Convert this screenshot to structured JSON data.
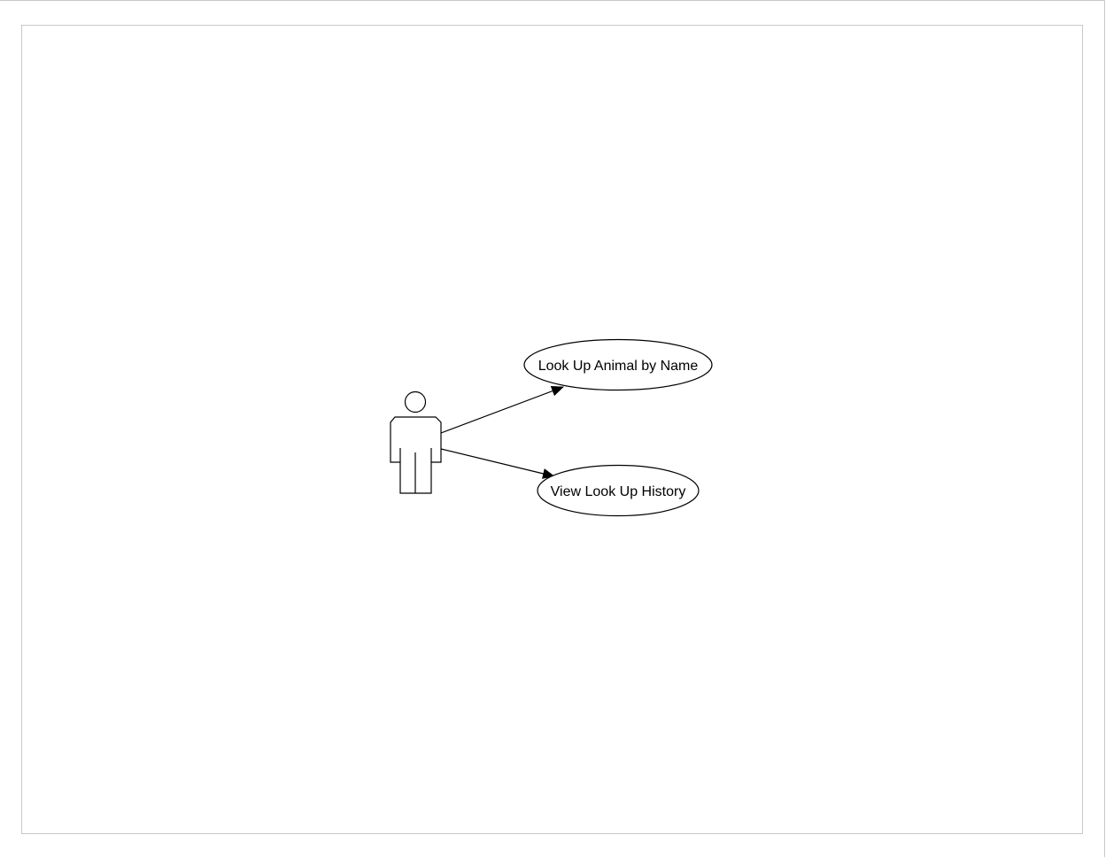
{
  "diagram": {
    "type": "use-case",
    "actor": {
      "icon": "stick-figure-actor-icon"
    },
    "use_cases": [
      {
        "label": "Look Up Animal by Name"
      },
      {
        "label": "View Look Up History"
      }
    ],
    "associations": [
      {
        "from": "actor",
        "to": "Look Up Animal by Name",
        "arrowhead": "filled-triangle"
      },
      {
        "from": "actor",
        "to": "View Look Up History",
        "arrowhead": "filled-triangle"
      }
    ],
    "colors": {
      "stroke": "#000000",
      "fill": "#ffffff",
      "page_border": "#c8c8c8"
    }
  }
}
